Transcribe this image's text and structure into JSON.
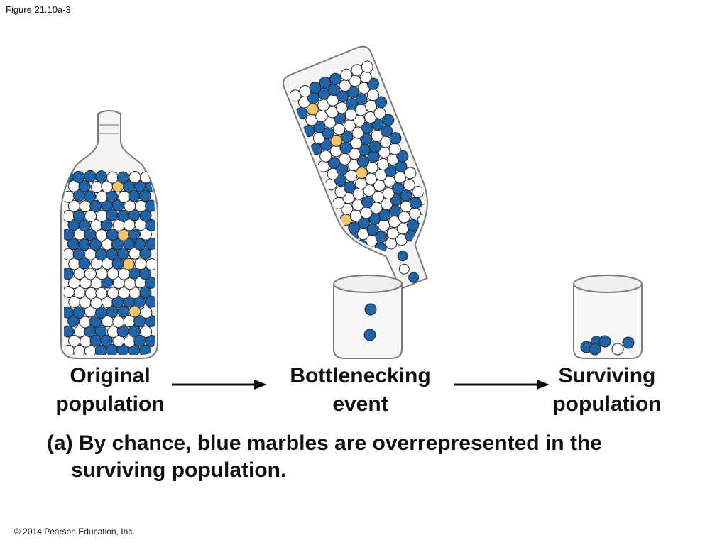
{
  "figure_id": "Figure 21.10a-3",
  "labels": {
    "original": [
      "Original",
      "population"
    ],
    "bottleneck": [
      "Bottlenecking",
      "event"
    ],
    "surviving": [
      "Surviving",
      "population"
    ]
  },
  "caption": {
    "line1": "(a) By chance, blue marbles are overrepresented in the",
    "line2": "surviving population."
  },
  "copyright": "© 2014 Pearson Education, Inc.",
  "colors": {
    "blue_marble": "#1f63a8",
    "white_marble": "#ffffff",
    "yellow_marble": "#f6c46a",
    "glass_outline": "#7a7a7a"
  },
  "marble_counts_shown": {
    "surviving_blue": 5,
    "surviving_white": 1
  }
}
